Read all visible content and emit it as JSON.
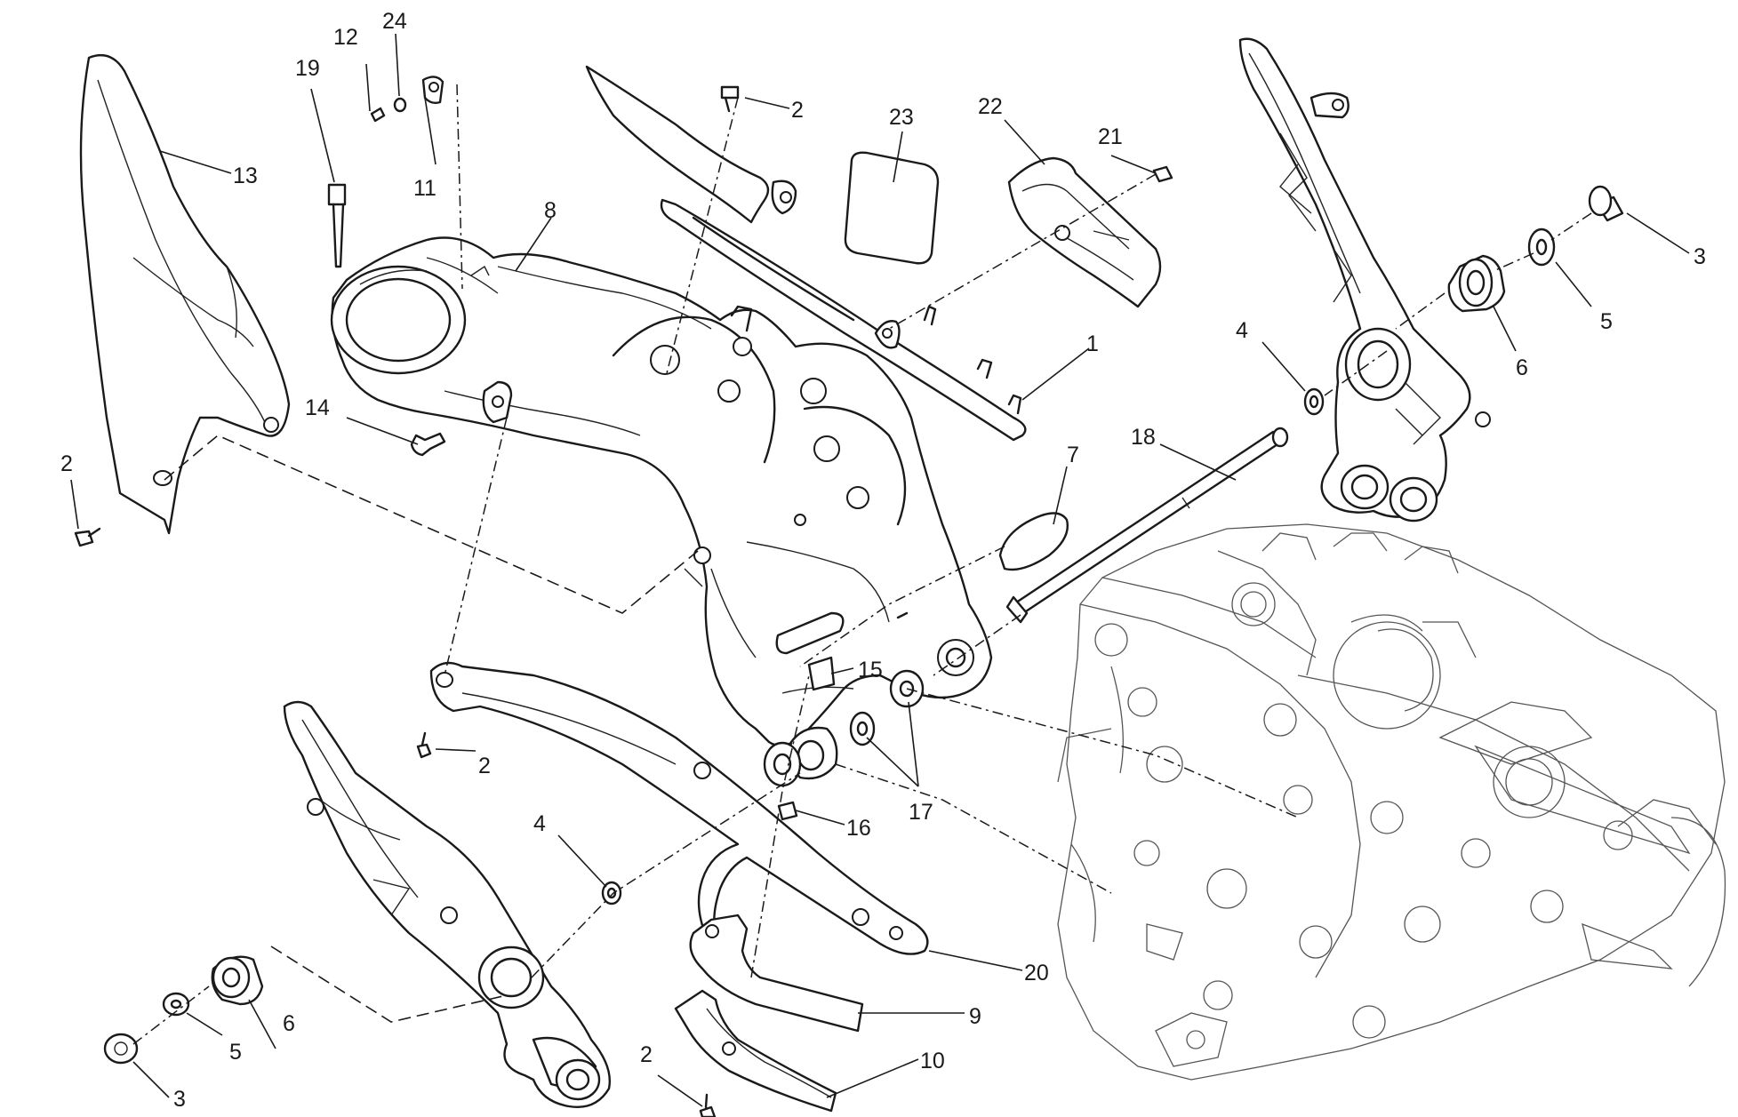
{
  "diagram": {
    "colors": {
      "line": "#1a1a1a",
      "engine_line": "#555555",
      "background": "#ffffff"
    },
    "callouts": [
      {
        "id": "c1",
        "text": "1"
      },
      {
        "id": "c2a",
        "text": "2"
      },
      {
        "id": "c2b",
        "text": "2"
      },
      {
        "id": "c2c",
        "text": "2"
      },
      {
        "id": "c2d",
        "text": "2"
      },
      {
        "id": "c3a",
        "text": "3"
      },
      {
        "id": "c3b",
        "text": "3"
      },
      {
        "id": "c4a",
        "text": "4"
      },
      {
        "id": "c4b",
        "text": "4"
      },
      {
        "id": "c5a",
        "text": "5"
      },
      {
        "id": "c5b",
        "text": "5"
      },
      {
        "id": "c6a",
        "text": "6"
      },
      {
        "id": "c6b",
        "text": "6"
      },
      {
        "id": "c7",
        "text": "7"
      },
      {
        "id": "c8",
        "text": "8"
      },
      {
        "id": "c9",
        "text": "9"
      },
      {
        "id": "c10",
        "text": "10"
      },
      {
        "id": "c11",
        "text": "11"
      },
      {
        "id": "c12",
        "text": "12"
      },
      {
        "id": "c13",
        "text": "13"
      },
      {
        "id": "c14",
        "text": "14"
      },
      {
        "id": "c15",
        "text": "15"
      },
      {
        "id": "c16",
        "text": "16"
      },
      {
        "id": "c17",
        "text": "17"
      },
      {
        "id": "c18",
        "text": "18"
      },
      {
        "id": "c19",
        "text": "19"
      },
      {
        "id": "c20",
        "text": "20"
      },
      {
        "id": "c21",
        "text": "21"
      },
      {
        "id": "c22",
        "text": "22"
      },
      {
        "id": "c23",
        "text": "23"
      },
      {
        "id": "c24",
        "text": "24"
      }
    ]
  }
}
